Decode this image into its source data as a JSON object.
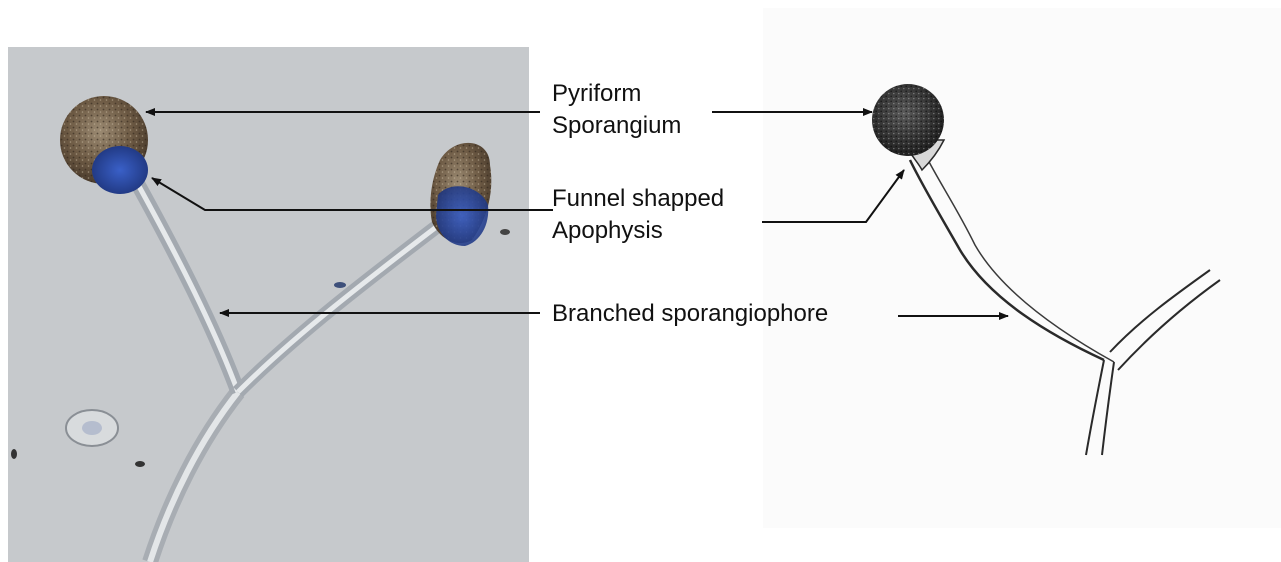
{
  "labels": {
    "sporangium_line1": "Pyriform",
    "sporangium_line2": "Sporangium",
    "apophysis_line1": "Funnel shapped",
    "apophysis_line2": "Apophysis",
    "sporangiophore": "Branched sporangiophore"
  },
  "colors": {
    "photo_background": "#c6c9cc",
    "sporangium_brown": "#6d5a44",
    "apophysis_blue": "#2a49a8",
    "arrow": "#111111",
    "drawing_ink": "#2a2a2a",
    "drawing_paper": "#fbfbfb"
  }
}
